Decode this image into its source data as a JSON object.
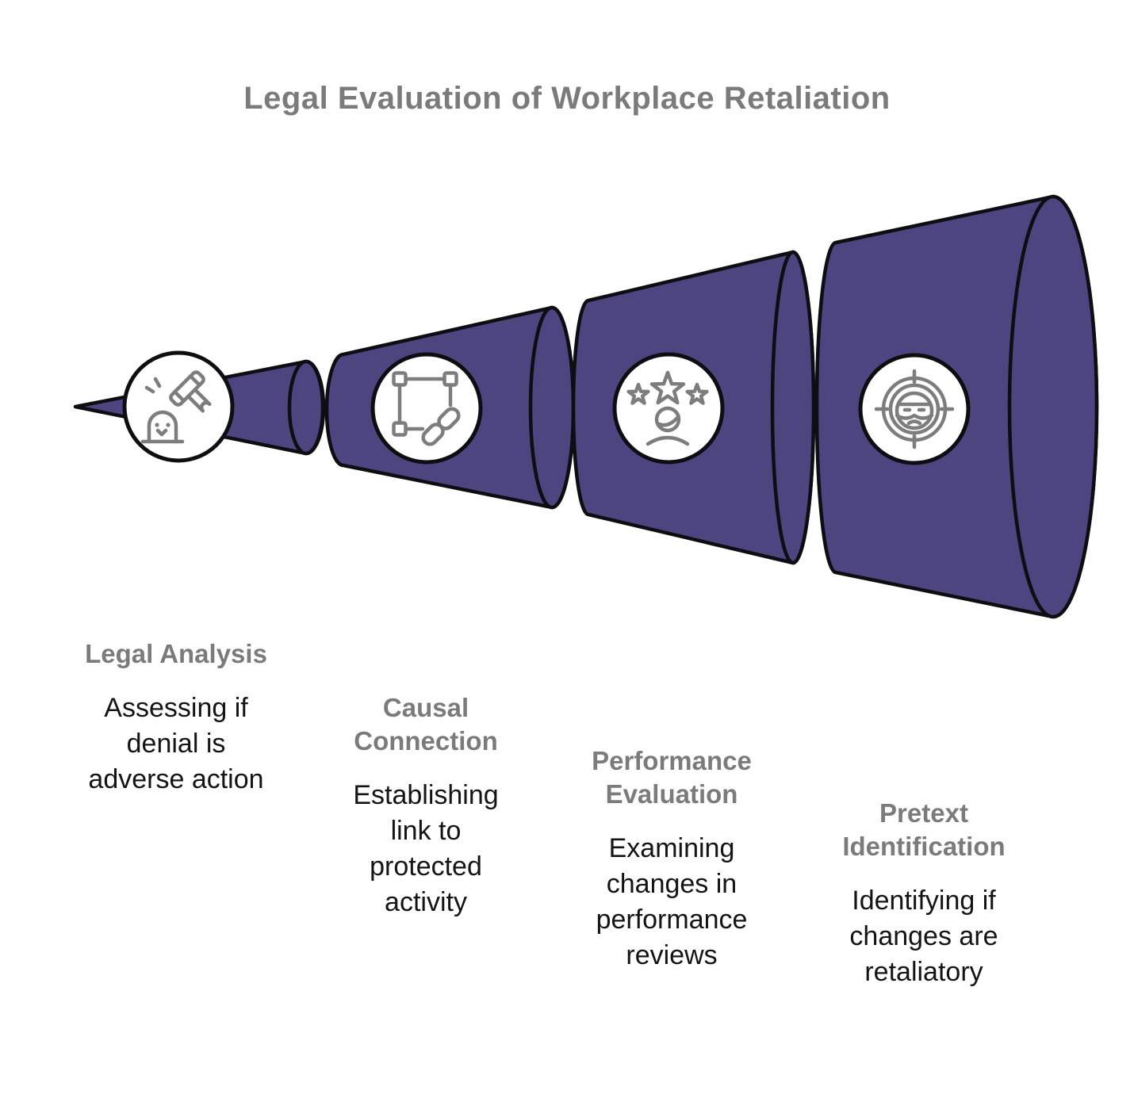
{
  "title": "Legal Evaluation of Workplace Retaliation",
  "colors": {
    "funnel_fill": "#4D4580",
    "funnel_outline": "#0E0D12",
    "heading_gray": "#7B7B7B",
    "body_text": "#141414",
    "icon_stroke": "#7D7D7D",
    "icon_bg": "#FFFFFF",
    "page_bg": "#FFFFFF"
  },
  "funnel": {
    "shape": "horizontal-megaphone",
    "segment_count": 4,
    "direction": "expands-left-to-right"
  },
  "stages": [
    {
      "icon": "gavel-mole-icon",
      "heading_lines": [
        "Legal Analysis"
      ],
      "body_lines": [
        "Assessing if",
        "denial is",
        "adverse action"
      ]
    },
    {
      "icon": "selection-link-icon",
      "heading_lines": [
        "Causal",
        "Connection"
      ],
      "body_lines": [
        "Establishing",
        "link to",
        "protected",
        "activity"
      ]
    },
    {
      "icon": "star-rating-person-icon",
      "heading_lines": [
        "Performance",
        "Evaluation"
      ],
      "body_lines": [
        "Examining",
        "changes in",
        "performance",
        "reviews"
      ]
    },
    {
      "icon": "masked-culprit-target-icon",
      "heading_lines": [
        "Pretext",
        "Identification"
      ],
      "body_lines": [
        "Identifying if",
        "changes are",
        "retaliatory"
      ]
    }
  ]
}
